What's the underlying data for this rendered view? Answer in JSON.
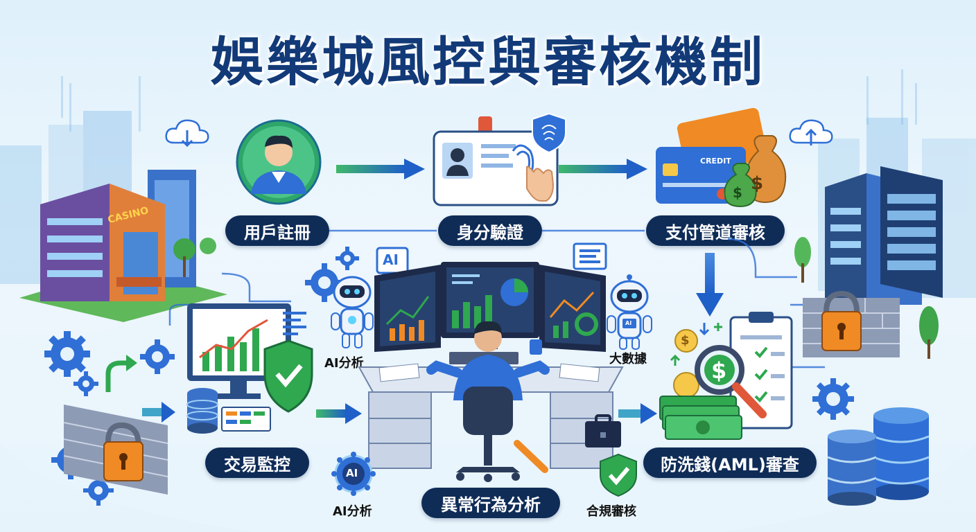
{
  "title": "娛樂城風控與審核機制",
  "steps": {
    "register": "用戶註冊",
    "identity": "身分驗證",
    "payment": "支付管道審核",
    "transaction": "交易監控",
    "anomaly": "異常行為分析",
    "aml": "防洗錢(AML)審查"
  },
  "side_labels": {
    "ai_left": "AI分析",
    "big_data": "大數據",
    "ai_bottom": "AI分析",
    "compliance": "合規審核"
  },
  "signage": {
    "casino": "CASINO",
    "credit": "CREDIT",
    "ai_bubble": "AI",
    "ai_node": "AI",
    "bot_screen": "AI"
  },
  "colors": {
    "navy": "#0f2c57",
    "blue": "#2f6fd6",
    "green": "#2fa84f",
    "orange": "#f08a24"
  }
}
